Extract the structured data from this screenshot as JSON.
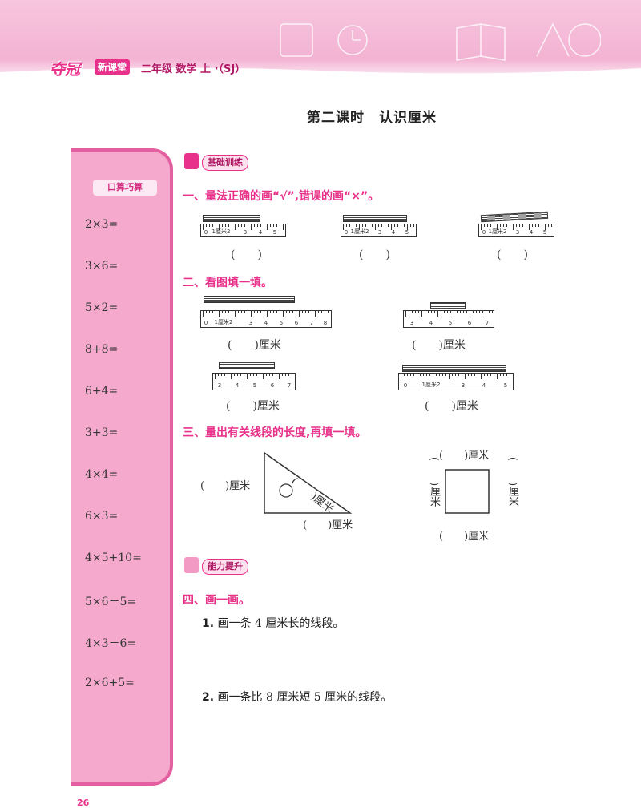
{
  "header": {
    "logo_main": "夺冠",
    "logo_sub": "新课堂",
    "subtitle": "二年级 数学 上 ·（SJ）"
  },
  "lesson_title": "第二课时　认识厘米",
  "sidebar": {
    "tag": "口算巧算",
    "calculations": [
      "2×3=",
      "3×6=",
      "5×2=",
      "8+8=",
      "6+4=",
      "3+3=",
      "4×4=",
      "6×3=",
      "4×5+10=",
      "5×6－5=",
      "4×3－6=",
      "2×6+5="
    ]
  },
  "section_basic": {
    "tag": "基础训练"
  },
  "q1": {
    "heading": "一、量法正确的画“√”,错误的画“×”。",
    "answers": [
      "(　　)",
      "(　　)",
      "(　　)"
    ],
    "ruler_numbers": [
      "0",
      "1厘米2",
      "3",
      "4",
      "5"
    ]
  },
  "q2": {
    "heading": "二、看图填一填。",
    "answers": [
      "(　　)厘米",
      "(　　)厘米",
      "(　　)厘米",
      "(　　)厘米"
    ],
    "ruler1_numbers": [
      "0",
      "1厘米2",
      "3",
      "4",
      "5",
      "6",
      "7",
      "8"
    ],
    "ruler2_numbers": [
      "3",
      "4",
      "5",
      "6",
      "7"
    ],
    "ruler3_numbers": [
      "3",
      "4",
      "5",
      "6",
      "7"
    ],
    "ruler4_numbers": [
      "0",
      "1厘米2",
      "3",
      "4",
      "5"
    ]
  },
  "q3": {
    "heading": "三、量出有关线段的长度,再填一填。",
    "triangle_labels": [
      "(　　)厘米",
      "(　　)厘米",
      "(　　)厘米"
    ],
    "square_labels": [
      "(　　)厘米",
      "(　　)厘米",
      "(　　)厘米",
      "(　　)厘米"
    ]
  },
  "section_ability": {
    "tag": "能力提升"
  },
  "q4": {
    "heading": "四、画一画。",
    "items": [
      {
        "num": "1.",
        "text": "画一条 4 厘米长的线段。"
      },
      {
        "num": "2.",
        "text": "画一条比 8 厘米短 5 厘米的线段。"
      }
    ]
  },
  "page_number": "26",
  "colors": {
    "accent": "#e8318a",
    "sidebar": "#f4a9cd",
    "header": "#f3b3d3"
  }
}
